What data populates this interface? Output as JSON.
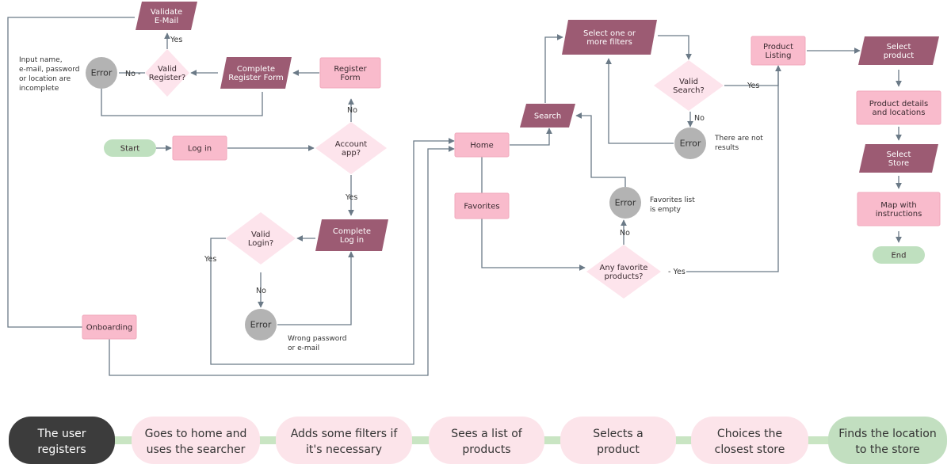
{
  "colors": {
    "pink_box": "#f9bbcc",
    "dark_box": "#9c5b73",
    "diamond": "#fde4ec",
    "error_circle": "#b3b3b3",
    "start_end": "#bfe0bf",
    "journey_pill": "#fce4ea",
    "journey_first": "#3c3c3c",
    "journey_last": "#c2dfc0",
    "journey_bar": "#c9e5c3",
    "line": "#6b7a87"
  },
  "nodes": {
    "validate_email": {
      "lines": [
        "Validate",
        "E-Mail"
      ],
      "shape": "parallelogram-dark"
    },
    "valid_register": {
      "lines": [
        "Valid",
        "Register?"
      ],
      "shape": "diamond"
    },
    "error_register": {
      "lines": [
        "Error"
      ],
      "shape": "circle"
    },
    "note_register": {
      "lines": [
        "Input name,",
        "e-mail, password",
        "or location are",
        "incomplete"
      ]
    },
    "complete_register_form": {
      "lines": [
        "Complete",
        "Register Form"
      ],
      "shape": "parallelogram-dark"
    },
    "register_form": {
      "lines": [
        "Register",
        "Form"
      ],
      "shape": "box"
    },
    "start": {
      "lines": [
        "Start"
      ],
      "shape": "pill-green"
    },
    "log_in": {
      "lines": [
        "Log in"
      ],
      "shape": "box"
    },
    "account_app": {
      "lines": [
        "Account",
        "app?"
      ],
      "shape": "diamond"
    },
    "valid_login": {
      "lines": [
        "Valid",
        "Login?"
      ],
      "shape": "diamond"
    },
    "complete_log_in": {
      "lines": [
        "Complete",
        "Log in"
      ],
      "shape": "parallelogram-dark"
    },
    "error_login": {
      "lines": [
        "Error"
      ],
      "shape": "circle"
    },
    "note_login": {
      "lines": [
        "Wrong password",
        "or e-mail"
      ]
    },
    "onboarding": {
      "lines": [
        "Onboarding"
      ],
      "shape": "box"
    },
    "home": {
      "lines": [
        "Home"
      ],
      "shape": "box"
    },
    "favorites": {
      "lines": [
        "Favorites"
      ],
      "shape": "box"
    },
    "search": {
      "lines": [
        "Search"
      ],
      "shape": "parallelogram-dark"
    },
    "select_filters": {
      "lines": [
        "Select one or",
        "more filters"
      ],
      "shape": "parallelogram-dark"
    },
    "valid_search": {
      "lines": [
        "Valid",
        "Search?"
      ],
      "shape": "diamond"
    },
    "error_search": {
      "lines": [
        "Error"
      ],
      "shape": "circle"
    },
    "note_search": {
      "lines": [
        "There are not",
        "results"
      ]
    },
    "error_favorites": {
      "lines": [
        "Error"
      ],
      "shape": "circle"
    },
    "note_favorites": {
      "lines": [
        "Favorites list",
        "is empty"
      ]
    },
    "any_favorite": {
      "lines": [
        "Any favorite",
        "products?"
      ],
      "shape": "diamond"
    },
    "product_listing": {
      "lines": [
        "Product",
        "Listing"
      ],
      "shape": "box"
    },
    "select_product": {
      "lines": [
        "Select",
        "product"
      ],
      "shape": "parallelogram-dark"
    },
    "product_details": {
      "lines": [
        "Product details",
        "and locations"
      ],
      "shape": "box"
    },
    "select_store": {
      "lines": [
        "Select",
        "Store"
      ],
      "shape": "parallelogram-dark"
    },
    "map_instructions": {
      "lines": [
        "Map with",
        "instructions"
      ],
      "shape": "box"
    },
    "end": {
      "lines": [
        "End"
      ],
      "shape": "pill-green"
    }
  },
  "edge_labels": {
    "yes_validate": "Yes",
    "no_register": "No -",
    "no_account": "No",
    "yes_account": "Yes",
    "yes_login": "Yes",
    "no_login": "No",
    "yes_search": "Yes",
    "no_search": "No",
    "no_favorite": "No",
    "yes_favorite": "- Yes"
  },
  "journey": [
    {
      "lines": [
        "The user",
        "registers"
      ],
      "style": "first"
    },
    {
      "lines": [
        "Goes to home and",
        "uses the searcher"
      ],
      "style": "normal"
    },
    {
      "lines": [
        "Adds some filters if",
        "it's necessary"
      ],
      "style": "normal"
    },
    {
      "lines": [
        "Sees a list of",
        "products"
      ],
      "style": "normal"
    },
    {
      "lines": [
        "Selects a",
        "product"
      ],
      "style": "normal"
    },
    {
      "lines": [
        "Choices the",
        "closest store"
      ],
      "style": "normal"
    },
    {
      "lines": [
        "Finds the location",
        "to the store"
      ],
      "style": "last"
    }
  ]
}
